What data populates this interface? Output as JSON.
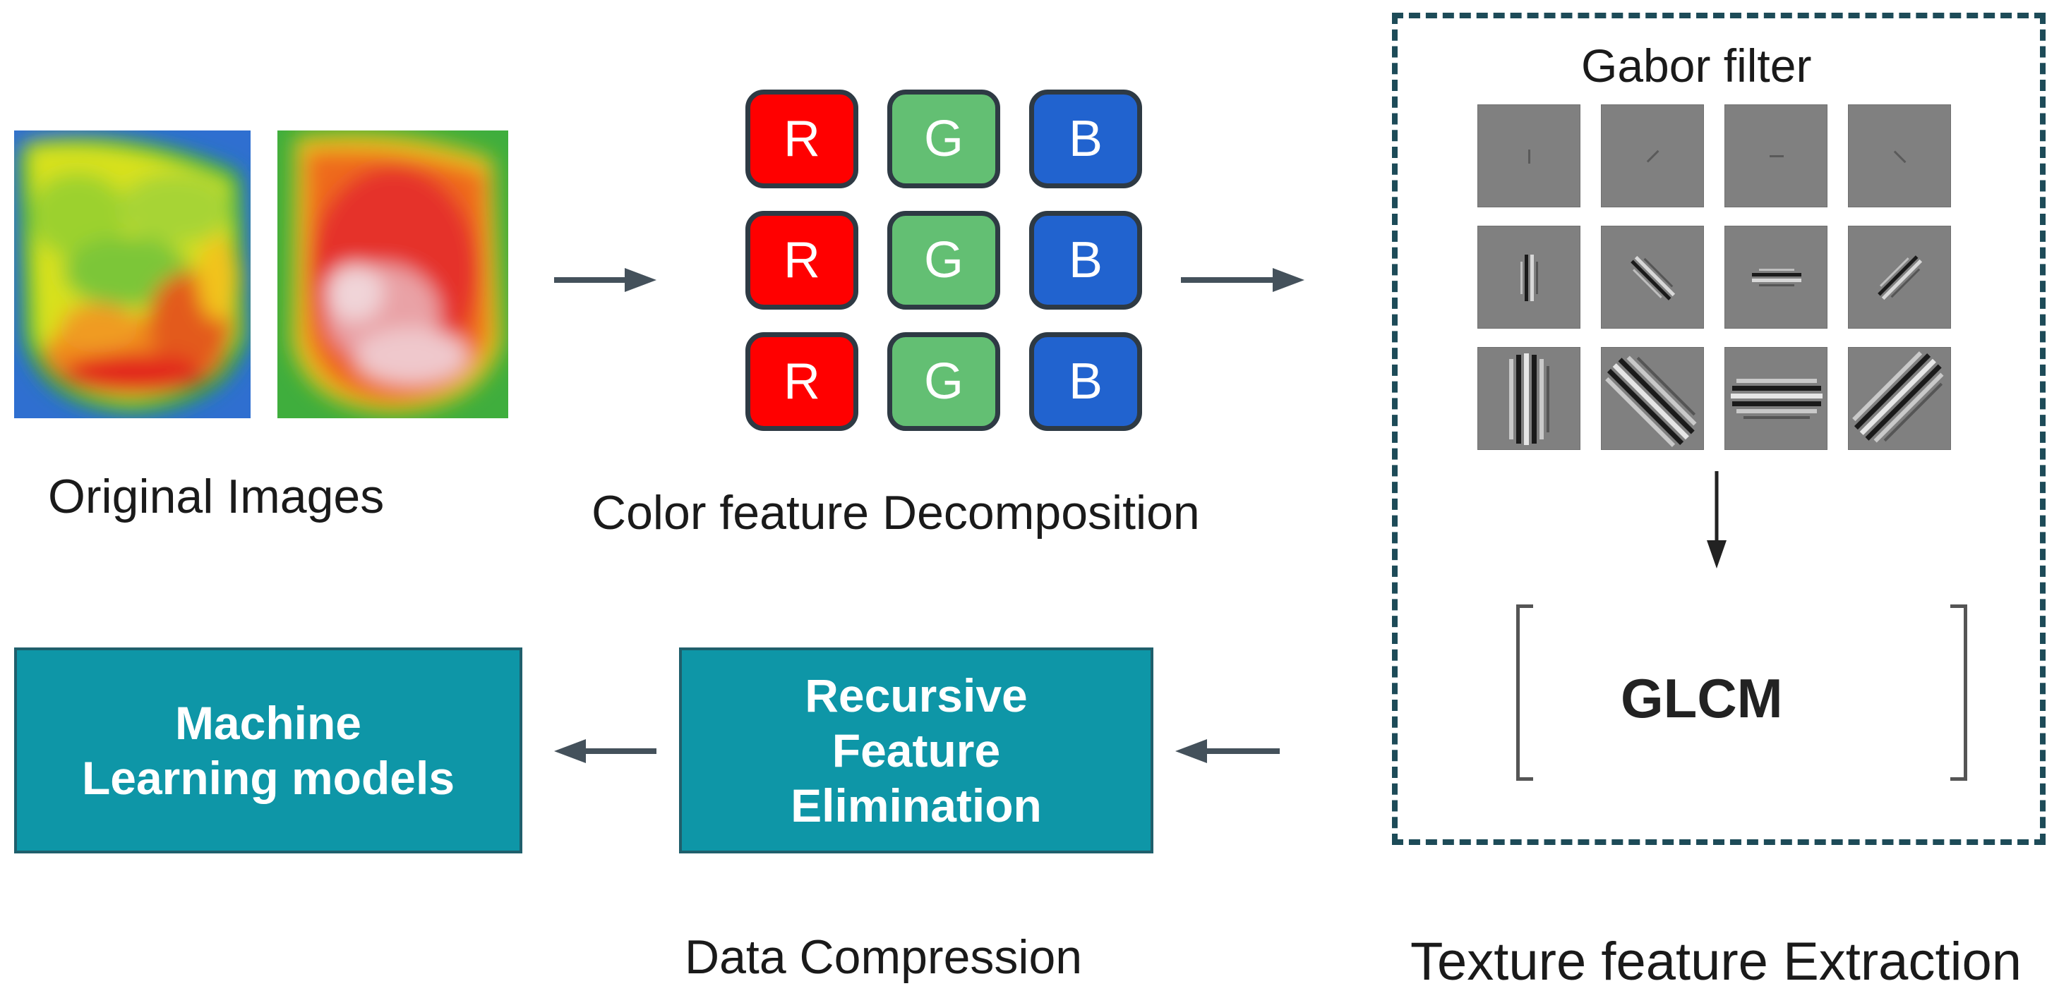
{
  "original": {
    "label": "Original Images"
  },
  "color": {
    "label": "Color feature Decomposition",
    "channels": [
      {
        "r": "R",
        "g": "G",
        "b": "B"
      },
      {
        "r": "R",
        "g": "G",
        "b": "B"
      },
      {
        "r": "R",
        "g": "G",
        "b": "B"
      }
    ]
  },
  "texture": {
    "gabor_title": "Gabor filter",
    "glcm": "GLCM",
    "label": "Texture feature Extraction"
  },
  "compression": {
    "rfe_lines": [
      "Recursive",
      "Feature",
      "Elimination"
    ],
    "label": "Data Compression"
  },
  "models": {
    "lines": [
      "Machine",
      "Learning models"
    ]
  },
  "colors": {
    "teal": "#0e96a7",
    "red": "#ff0000",
    "green": "#63bf73",
    "blue": "#2163cf",
    "dashed_border": "#1d4b58",
    "arrow": "#44515b"
  }
}
